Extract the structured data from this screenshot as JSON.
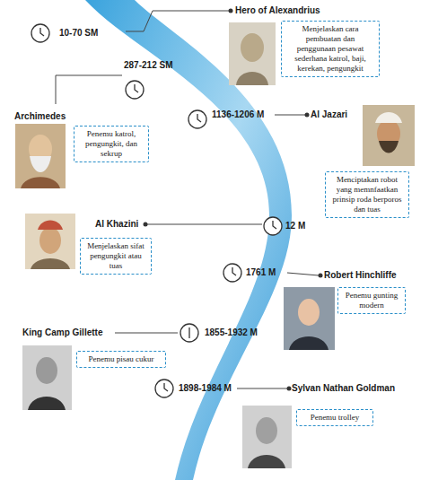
{
  "diagram": {
    "nodes": [
      {
        "text": [
          "Menjelaskan cara pembuatan dan penggunaan pesawat sederhana katrol, baji, kerekan, pengungkit"
        ]
      },
      {
        "text": [
          "Penemu katrol, pengungkit, dan sekrup"
        ]
      },
      {
        "text": [
          "Menciptakan robot yang memnfaatkan prinsip roda berporos dan tuas"
        ]
      },
      {
        "text": [
          "Menjelaskan sifat pengungkit atau tuas"
        ]
      },
      {
        "text": [
          "Penemu gunting modern"
        ]
      },
      {
        "text": [
          "Penemu pisau cukur"
        ]
      },
      {
        "text": [
          "Penemu trolley"
        ]
      }
    ],
    "labels": [
      "Hero of Alexandrius",
      "10-70 SM",
      "287-212 SM",
      "Archimedes",
      "1136-1206 M",
      "Al Jazari",
      "Al Khazini",
      "12 M",
      "1761 M",
      "Robert Hinchliffe",
      "King Camp Gillette",
      "1855-1932 M",
      "1898-1984 M",
      "Sylvan Nathan Goldman"
    ]
  }
}
